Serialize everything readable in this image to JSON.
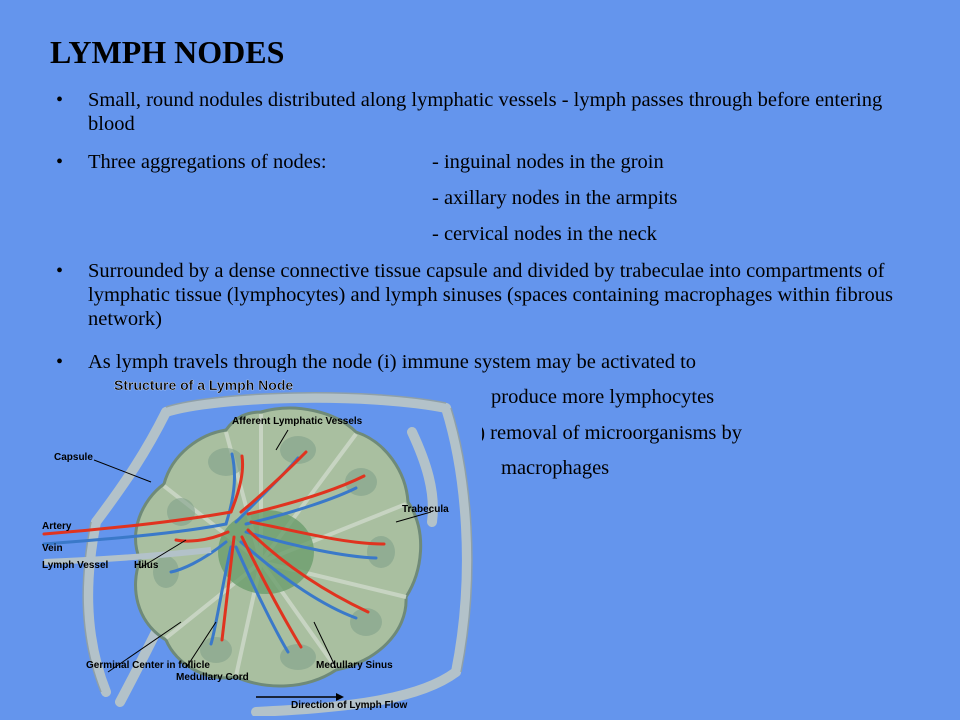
{
  "slide": {
    "title": "LYMPH NODES",
    "bullets": [
      {
        "text": "Small, round nodules distributed along lymphatic vessels - lymph passes through before entering blood"
      },
      {
        "text": "Three aggregations of nodes:",
        "items": [
          "- inguinal nodes in the groin",
          "- axillary nodes in the armpits",
          "- cervical nodes in the neck"
        ]
      },
      {
        "text": "Surrounded by a dense connective tissue capsule and divided by trabeculae into compartments of lymphatic tissue (lymphocytes) and lymph sinuses (spaces containing macrophages within fibrous network)"
      },
      {
        "text": "As lymph travels through the node (i) immune system may be activated to",
        "continuation": [
          "produce more lymphocytes",
          "(ii) removal of microorganisms by",
          "macrophages"
        ]
      }
    ]
  },
  "diagram": {
    "title": "Structure of a Lymph Node",
    "labels": {
      "afferent": "Afferent Lymphatic Vessels",
      "capsule": "Capsule",
      "trabecula": "Trabecula",
      "artery": "Artery",
      "vein": "Vein",
      "lymph_vessel": "Lymph Vessel",
      "hilus": "Hilus",
      "germinal": "Germinal Center in follicle",
      "medullary_cord": "Medullary Cord",
      "medullary_sinus": "Medullary Sinus",
      "flow": "Direction of Lymph Flow"
    },
    "colors": {
      "tissue": "#a9bfa0",
      "vessel": "#b3c2c9",
      "artery": "#e0331f",
      "vein": "#3a79c9",
      "follicle": "#7f9f89"
    }
  }
}
